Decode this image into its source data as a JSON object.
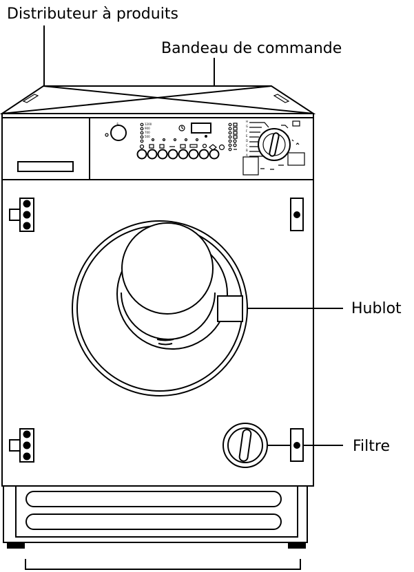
{
  "labels": {
    "distributor": "Distributeur à produits",
    "control_panel": "Bandeau de commande",
    "porthole": "Hublot",
    "filter": "Filtre"
  },
  "panel_marks": {
    "power_symbol": "①",
    "timer_symbol": "◷",
    "spin_speeds": [
      "1200",
      "900",
      "700",
      "500"
    ],
    "program_letters": [
      "H",
      "G",
      "F",
      "E",
      "D",
      "C",
      "B",
      "A"
    ]
  },
  "icons": [
    "power-knob-icon",
    "program-dial-icon",
    "filter-knob-icon",
    "hinge-icon",
    "lock-icon"
  ]
}
